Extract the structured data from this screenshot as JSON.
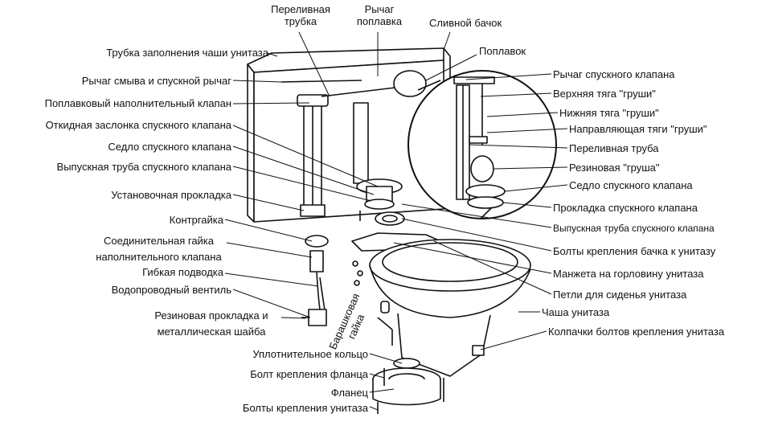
{
  "labels": {
    "t_overflow_tube": "Переливная трубка",
    "t_float_arm": "Рычаг поплавка",
    "t_tank": "Сливной бачок",
    "t_float": "Поплавок",
    "l_bowl_fill_tube": "Трубка заполнения чаши унитаза",
    "l_flush_lever": "Рычаг смыва и спускной рычаг",
    "l_fill_valve": "Поплавковый наполнительный клапан",
    "l_flapper": "Откидная заслонка спускного клапана",
    "l_valve_seat": "Седло спускного клапана",
    "l_outlet_pipe": "Выпускная труба спускного клапана",
    "l_mount_gasket": "Установочная прокладка",
    "l_locknut": "Контргайка",
    "l_coupling_nut": "Соединительная гайка наполнительного клапана",
    "l_flex_hose": "Гибкая подводка",
    "l_water_valve": "Водопроводный вентиль",
    "l_rubber_gasket": "Резиновая прокладка и металлическая шайба",
    "l_wing_nut": "Барашковая гайка",
    "l_seal_ring": "Уплотнительное кольцо",
    "l_flange_bolt": "Болт крепления фланца",
    "l_flange": "Фланец",
    "l_floor_bolts": "Болты крепления унитаза",
    "r_drain_lever": "Рычаг спускного клапана",
    "r_upper_rod": "Верхняя тяга \"груши\"",
    "r_lower_rod": "Нижняя тяга \"груши\"",
    "r_rod_guide": "Направляющая тяги \"груши\"",
    "r_overflow_pipe": "Переливная труба",
    "r_rubber_bulb": "Резиновая \"груша\"",
    "r_valve_seat": "Седло спускного клапана",
    "r_valve_gasket": "Прокладка спускного клапана",
    "r_outlet_pipe": "Выпускная труба спускного клапана",
    "r_tank_bolts": "Болты крепления бачка к унитазу",
    "r_bowl_cuff": "Манжета на горловину унитаза",
    "r_seat_hinges": "Петли для сиденья унитаза",
    "r_bowl": "Чаша унитаза",
    "r_bolt_caps": "Колпачки болтов крепления унитаза"
  }
}
